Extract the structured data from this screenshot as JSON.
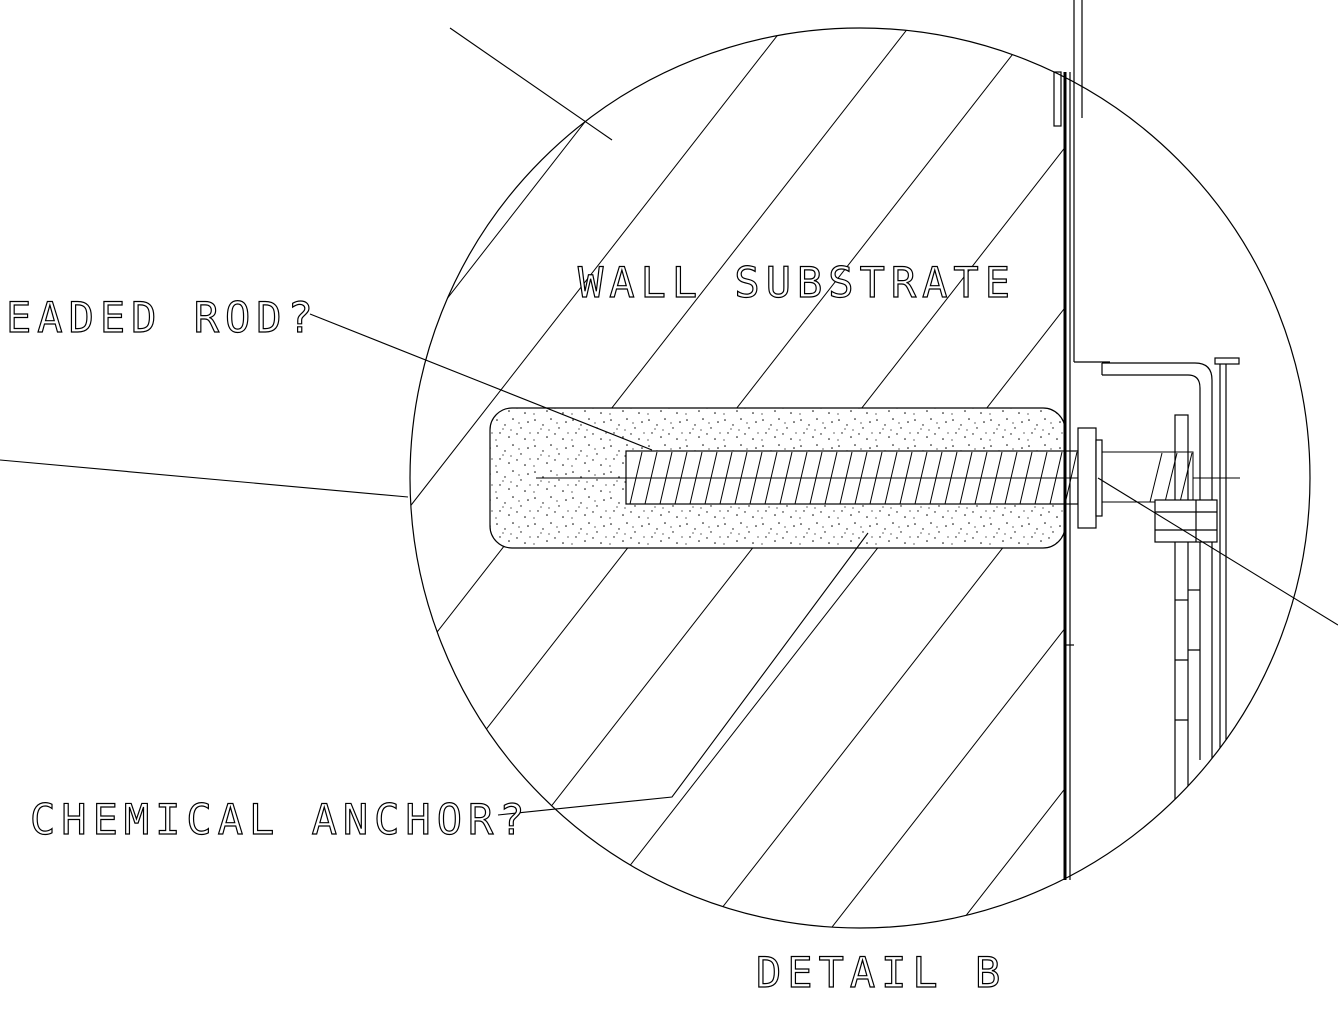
{
  "labels": {
    "wall_substrate": "WALL SUBSTRATE",
    "threaded_rod": "EADED ROD?",
    "chemical_anchor": "CHEMICAL ANCHOR?",
    "detail_title": "DETAIL B"
  },
  "colors": {
    "ink": "#000000",
    "paper": "#ffffff"
  }
}
